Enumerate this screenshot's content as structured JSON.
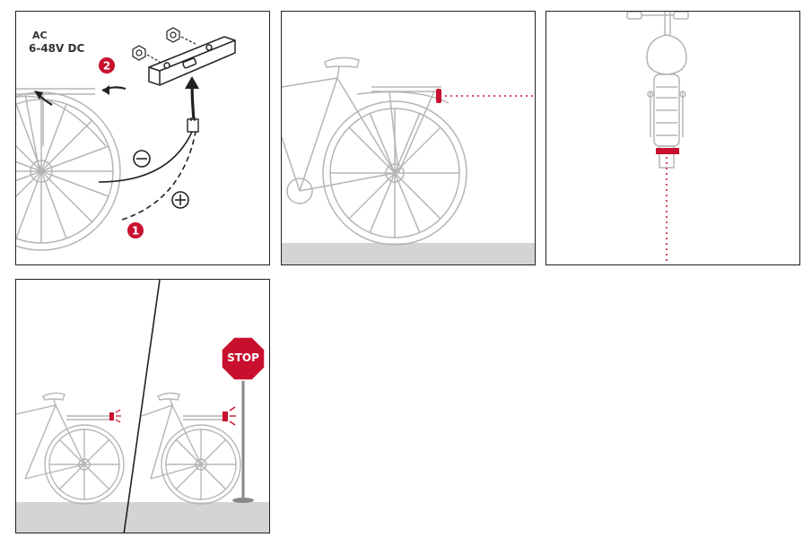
{
  "panel1": {
    "ac_label": "AC",
    "voltage_label": "6-48V DC",
    "step_one": "1",
    "step_two": "2"
  },
  "panel4": {
    "stop_sign_text": "STOP"
  },
  "colors": {
    "accent_red": "#c8102e",
    "ground_gray": "#d4d4d4",
    "line_gray": "#b5b5b5",
    "outline": "#222222"
  }
}
